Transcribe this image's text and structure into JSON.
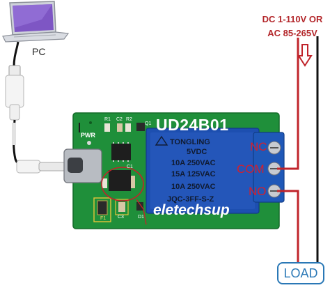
{
  "pc": {
    "label": "PC"
  },
  "power": {
    "line1": "DC 1-110V OR",
    "line2": "AC 85-265V"
  },
  "board": {
    "model": "UD24B01",
    "brand": "eletechsup",
    "pwr_label": "PWR",
    "silkscreen": {
      "r1": "R1",
      "c2": "C2",
      "r2": "R2",
      "q1": "Q1",
      "c1": "C1",
      "f1": "F1",
      "c3": "C3",
      "d1": "D1"
    }
  },
  "relay": {
    "brand": "TONGLING",
    "coil": "5VDC",
    "rating1": "10A 250VAC",
    "rating2": "15A 125VAC",
    "rating3": "10A 250VAC",
    "model": "JQC-3FF-S-Z"
  },
  "terminals": {
    "nc": "NC",
    "com": "COM",
    "no": "NO"
  },
  "load": {
    "label": "LOAD"
  },
  "colors": {
    "pcb": "#1f8f3a",
    "terminal_block": "#1f58b8",
    "relay": "#1d4fb0",
    "wire": "#c0242b",
    "arrow": "#c0242b",
    "load_border": "#2a78b6"
  }
}
